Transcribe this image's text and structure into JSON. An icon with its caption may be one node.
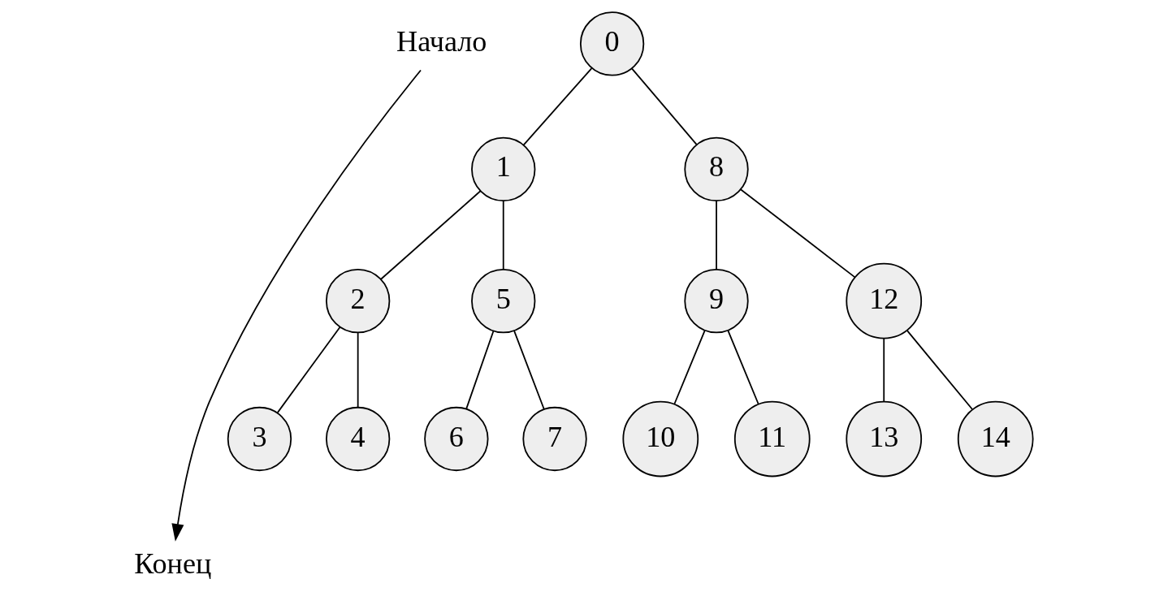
{
  "diagram": {
    "nodes": [
      {
        "text": [
          "Начало"
        ]
      },
      {
        "text": [
          "0"
        ]
      },
      {
        "text": [
          "1"
        ]
      },
      {
        "text": [
          "2"
        ]
      },
      {
        "text": [
          "3"
        ]
      },
      {
        "text": [
          "4"
        ]
      },
      {
        "text": [
          "5"
        ]
      },
      {
        "text": [
          "6"
        ]
      },
      {
        "text": [
          "7"
        ]
      },
      {
        "text": [
          "8"
        ]
      },
      {
        "text": [
          "9"
        ]
      },
      {
        "text": [
          "10"
        ]
      },
      {
        "text": [
          "11"
        ]
      },
      {
        "text": [
          "12"
        ]
      },
      {
        "text": [
          "13"
        ]
      },
      {
        "text": [
          "14"
        ]
      },
      {
        "text": [
          "Конец"
        ]
      }
    ],
    "edges": [
      {
        "from": 1,
        "to": 2,
        "arrow": "none"
      },
      {
        "from": 2,
        "to": 3,
        "arrow": "none"
      },
      {
        "from": 3,
        "to": 4,
        "arrow": "none"
      },
      {
        "from": 3,
        "to": 5,
        "arrow": "none"
      },
      {
        "from": 2,
        "to": 6,
        "arrow": "none"
      },
      {
        "from": 6,
        "to": 7,
        "arrow": "none"
      },
      {
        "from": 6,
        "to": 8,
        "arrow": "none"
      },
      {
        "from": 1,
        "to": 9,
        "arrow": "none"
      },
      {
        "from": 9,
        "to": 10,
        "arrow": "none"
      },
      {
        "from": 10,
        "to": 11,
        "arrow": "none"
      },
      {
        "from": 10,
        "to": 12,
        "arrow": "none"
      },
      {
        "from": 9,
        "to": 13,
        "arrow": "none"
      },
      {
        "from": 13,
        "to": 14,
        "arrow": "none"
      },
      {
        "from": 13,
        "to": 15,
        "arrow": "none"
      },
      {
        "from": 0,
        "to": 16,
        "arrow": "to"
      }
    ]
  }
}
